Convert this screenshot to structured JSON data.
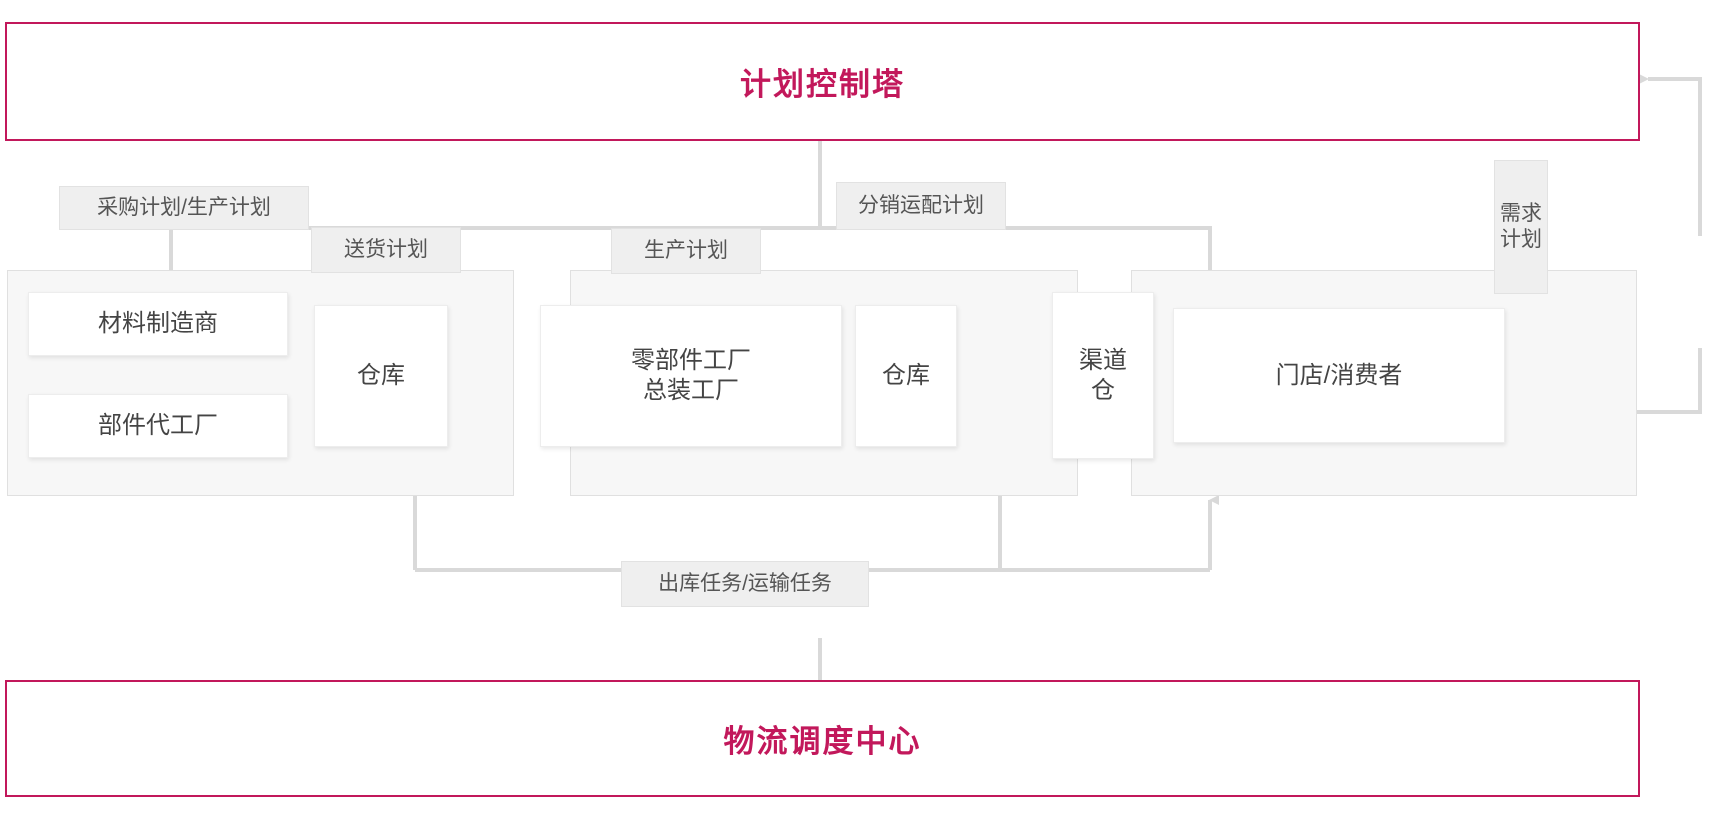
{
  "diagram": {
    "type": "flow-diagram",
    "title_top": "计划控制塔",
    "title_bottom": "物流调度中心",
    "accent_color": "#c2185b",
    "node_fill": "#ffffff",
    "group_fill": "#f7f7f7",
    "tag_fill": "#efefef",
    "connector_color": "#d9d9d9"
  },
  "bands": {
    "top": {
      "label": "计划控制塔"
    },
    "bottom": {
      "label": "物流调度中心"
    }
  },
  "tags": {
    "purchase_production_plan": "采购计划/生产计划",
    "delivery_plan": "送货计划",
    "production_plan": "生产计划",
    "distribution_plan": "分销运配计划",
    "demand_plan": "需求\n计划",
    "demand_plan_line1": "需求",
    "demand_plan_line2": "计划",
    "outbound_transport_task": "出库任务/运输任务"
  },
  "nodes": {
    "material_manufacturer": "材料制造商",
    "component_oem": "部件代工厂",
    "warehouse_left": "仓库",
    "factory_line1": "零部件工厂",
    "factory_line2": "总装工厂",
    "warehouse_mid": "仓库",
    "channel_warehouse_line1": "渠道",
    "channel_warehouse_line2": "仓",
    "store_consumer": "门店/消费者"
  },
  "groups": {
    "supply": "",
    "manufacture": "",
    "distribution": ""
  },
  "flows": [
    {
      "from": "计划控制塔",
      "to": "采购计划/生产计划"
    },
    {
      "from": "采购计划/生产计划",
      "to": "材料制造商"
    },
    {
      "from": "计划控制塔",
      "to": "送货计划"
    },
    {
      "from": "送货计划",
      "to": "仓库"
    },
    {
      "from": "计划控制塔",
      "to": "生产计划"
    },
    {
      "from": "生产计划",
      "to": "零部件工厂/总装工厂"
    },
    {
      "from": "计划控制塔",
      "to": "分销运配计划"
    },
    {
      "from": "分销运配计划",
      "to": "渠道仓"
    },
    {
      "from": "门店/消费者",
      "to": "需求计划"
    },
    {
      "from": "需求计划",
      "to": "计划控制塔"
    },
    {
      "from": "物流调度中心",
      "to": "出库任务/运输任务"
    },
    {
      "from": "出库任务/运输任务",
      "to": "仓库(左)"
    },
    {
      "from": "出库任务/运输任务",
      "to": "仓库(中)"
    },
    {
      "from": "出库任务/运输任务",
      "to": "渠道仓"
    }
  ]
}
